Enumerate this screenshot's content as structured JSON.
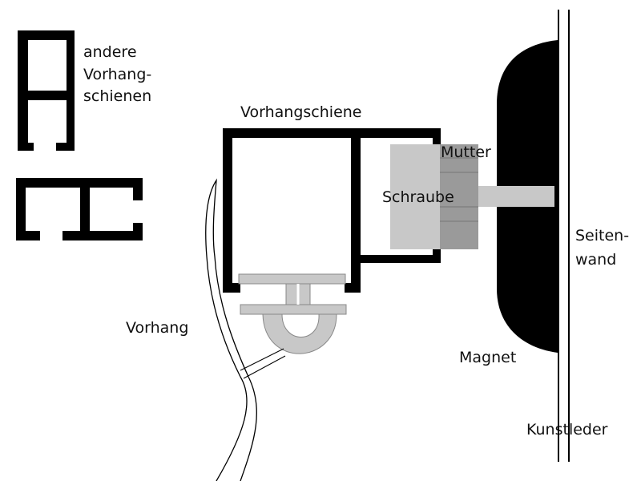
{
  "labels": {
    "other_rails_1": "andere",
    "other_rails_2": "Vorhang-",
    "other_rails_3": "schienen",
    "curtain_rail": "Vorhangschiene",
    "nut": "Mutter",
    "screw": "Schraube",
    "side_wall_1": "Seiten-",
    "side_wall_2": "wand",
    "curtain": "Vorhang",
    "magnet": "Magnet",
    "faux_leather": "Kunstleder"
  },
  "colors": {
    "ink": "#000000",
    "screw_fill": "#c8c8c8",
    "nut_fill": "#9a9a9a",
    "glider_fill": "#c8c8c8"
  }
}
